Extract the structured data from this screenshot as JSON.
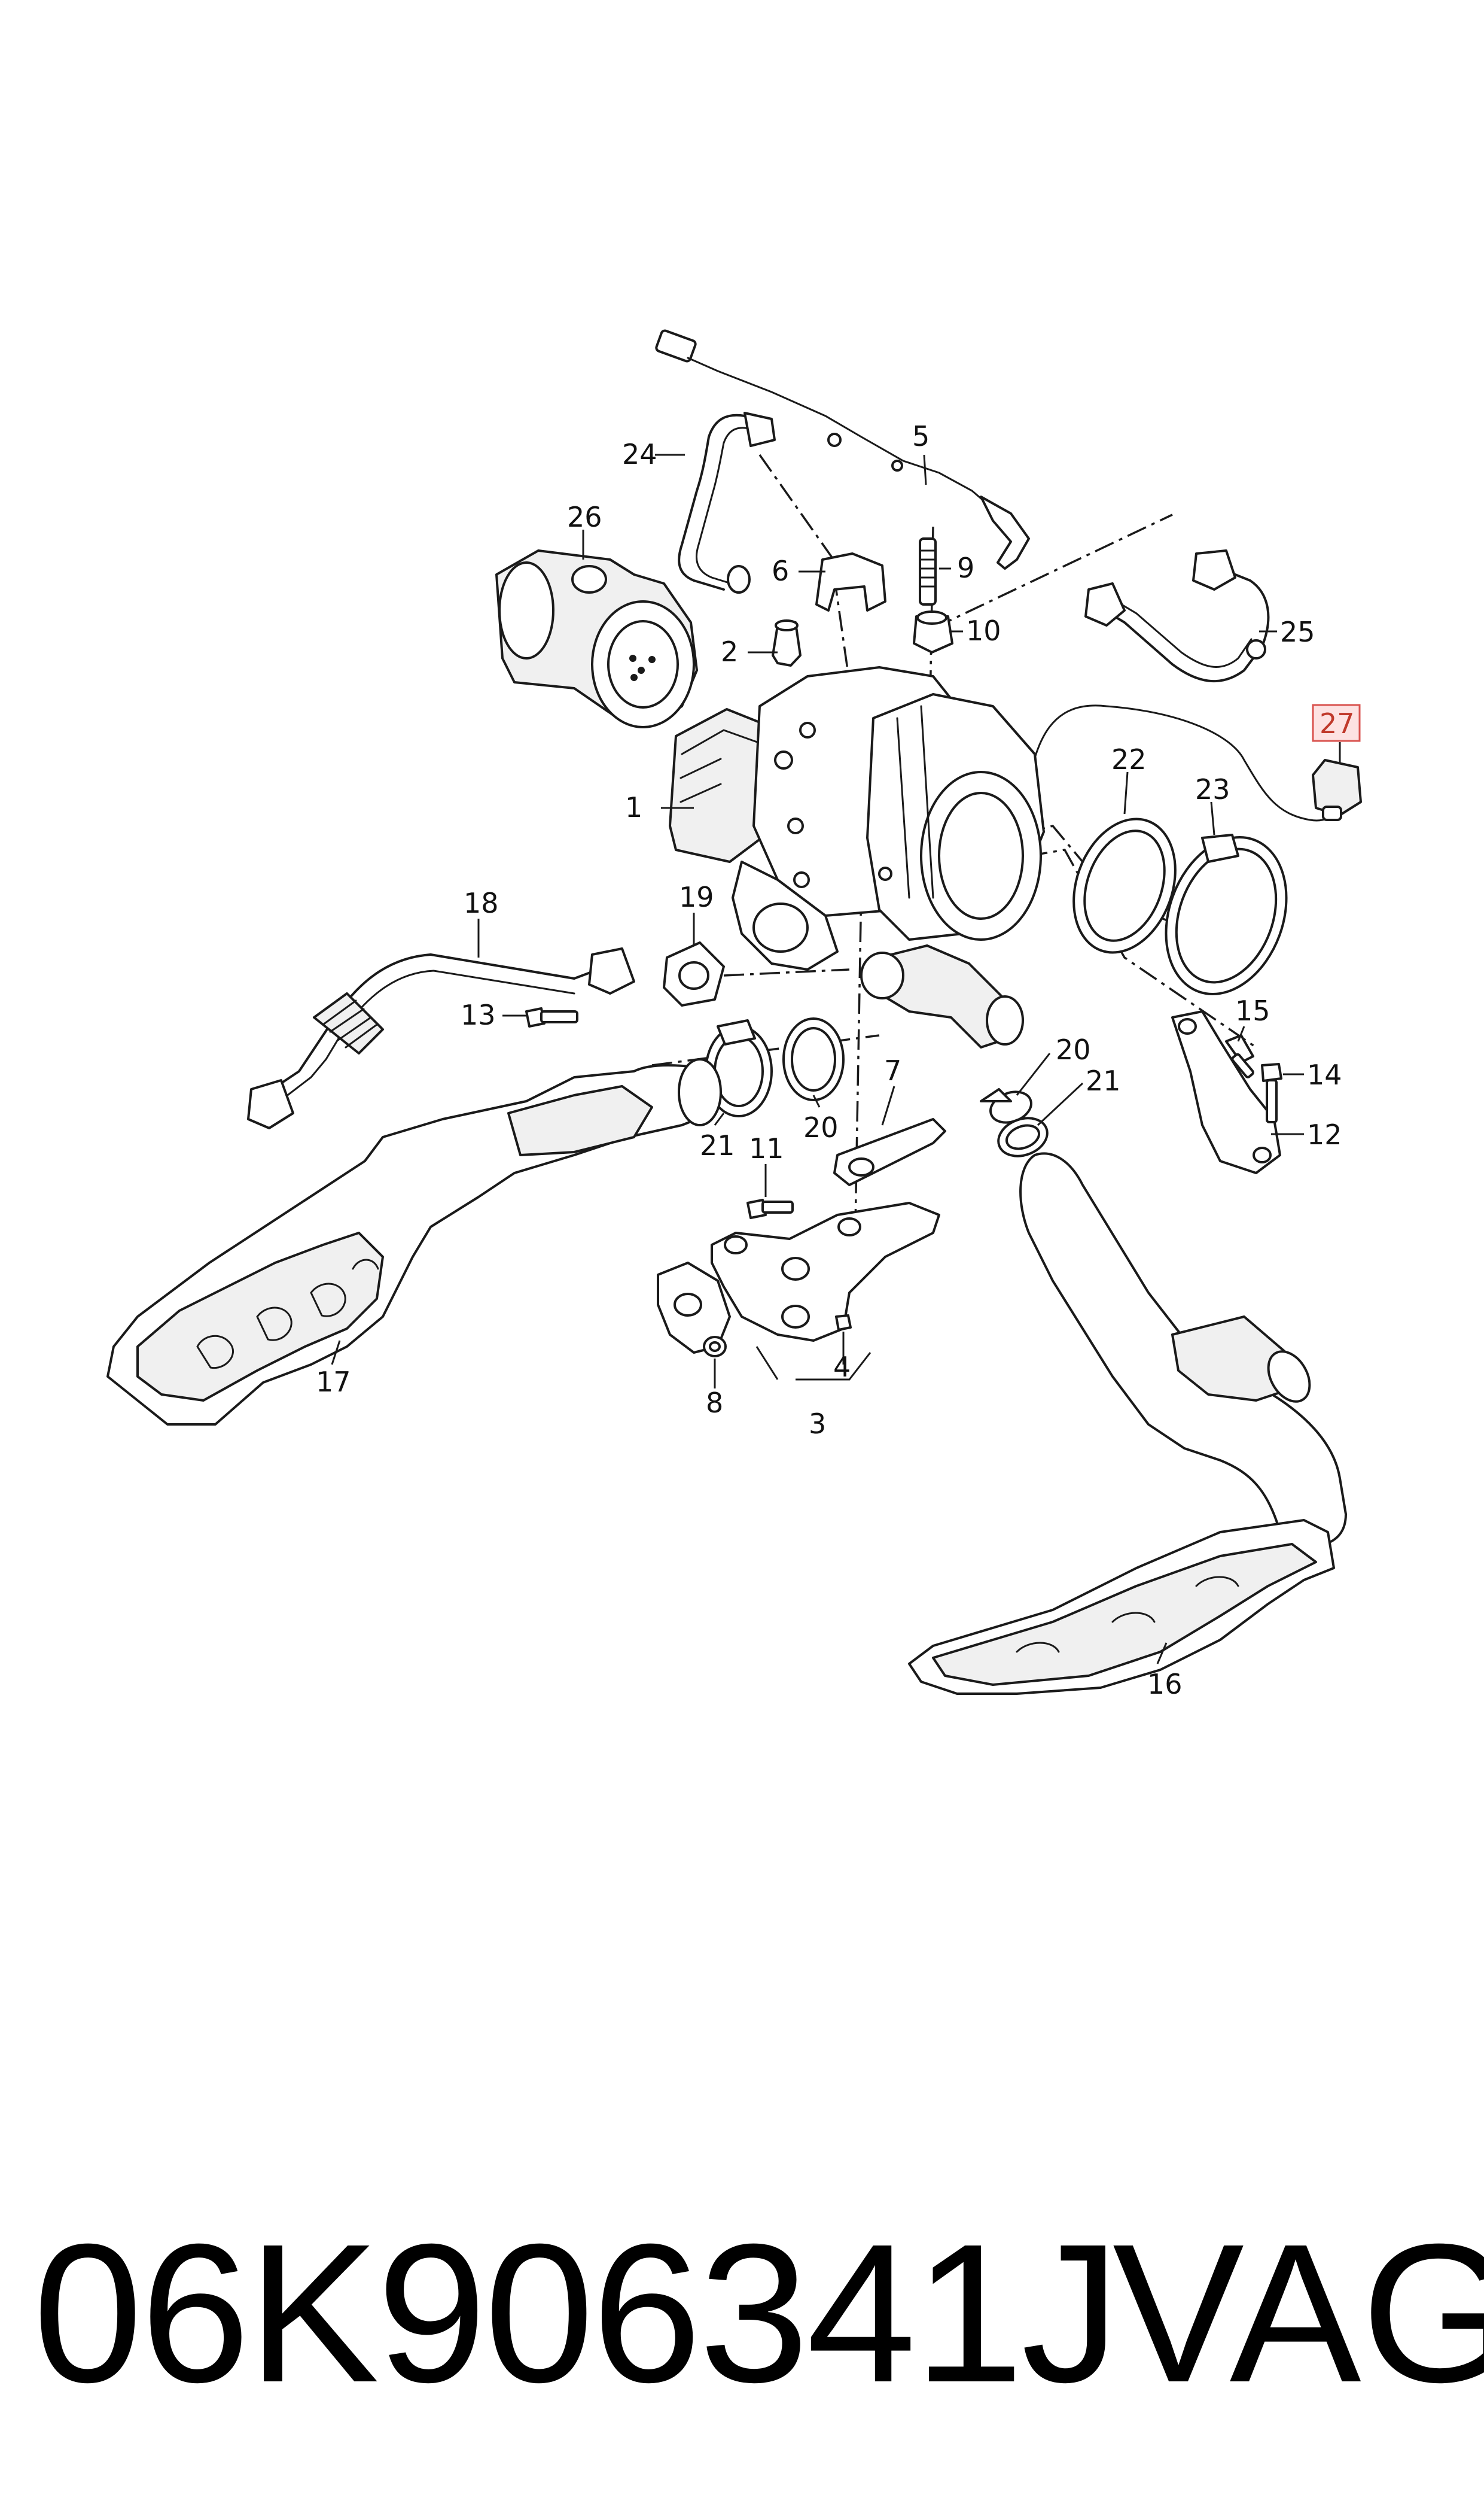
{
  "callouts": {
    "c1": "1",
    "c2": "2",
    "c3": "3",
    "c4": "4",
    "c5": "5",
    "c6": "6",
    "c7": "7",
    "c8": "8",
    "c9": "9",
    "c10": "10",
    "c11": "11",
    "c12": "12",
    "c13": "13",
    "c14": "14",
    "c15": "15",
    "c16": "16",
    "c17": "17",
    "c18": "18",
    "c19": "19",
    "c20a": "20",
    "c20b": "20",
    "c21a": "21",
    "c21b": "21",
    "c22": "22",
    "c23": "23",
    "c24": "24",
    "c25": "25",
    "c26": "26",
    "c27": "27"
  },
  "highlighted_callout": "27",
  "highlight_color": "#d9534f",
  "footer": {
    "part_number": "06K906341J",
    "brand": "VAG"
  }
}
